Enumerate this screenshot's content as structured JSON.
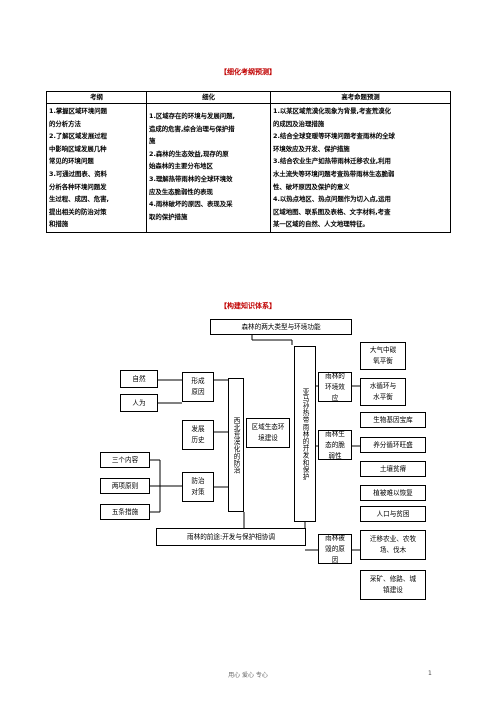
{
  "section1_title": "【细化考纲预测】",
  "table": {
    "headers": [
      "考纲",
      "细化",
      "高考命题预测"
    ],
    "col1": [
      "1.掌握区域环境问题",
      "的分析方法",
      "2.了解区域发展过程",
      "中影响区域发展几种",
      "常见的环境问题",
      "3.可通过图表、资料",
      "分析各种环境问题发",
      "生过程、成因、危害,",
      "提出相关的防治对策",
      "和措施"
    ],
    "col2": [
      "1.区域存在的环境与发展问题,",
      "造成的危害,综合治理与保护措",
      "施",
      "2.森林的生态效益,现存的原",
      "始森林的主要分布地区",
      "3.理解热带雨林的全球环境效",
      "应及生态脆弱性的表现",
      "4.雨林破坏的原因、表现及采",
      "取的保护措施"
    ],
    "col3": [
      "1.以某区域荒漠化现象为背景,考查荒漠化",
      "的成因及治理措施",
      "2.结合全球变暖等环境问题考查雨林的全球",
      "环境效应及开发、保护措施",
      "3.结合农业生产如热带雨林迁移农业,利用",
      "水土流失等环境问题考查热带雨林生态脆弱",
      "性、破坏原因及保护的意义",
      "4.以热点地区、热点问题作为切入点,运用",
      "区域地图、联系图及表格、文字材料,考查",
      "某一区域的自然、人文地理特征。"
    ]
  },
  "section2_title": "【构建知识体系】",
  "diagram": {
    "top": "森林的两大类型与环境功能",
    "natural": "自然",
    "human": "人为",
    "formation": "形成原因",
    "development": "发展历史",
    "prevention": "防治对策",
    "three": "三个内容",
    "two": "两项原则",
    "five": "五条措施",
    "nw": "西北荒漠化的防治",
    "regional": "区域生态环境建设",
    "amazon": "亚马孙热带雨林的开发和保护",
    "env_effect": "雨林的环境效应",
    "carbon": "大气中碳氧平衡",
    "water": "水循环与水平衡",
    "gene": "生物基因宝库",
    "fragile": "雨林生态的脆弱性",
    "nutrient": "养分循环旺盛",
    "soil": "土壤贫瘠",
    "recover": "植被难以恢复",
    "future": "雨林的前途:开发与保护相协调",
    "destroy": "雨林被毁的原因",
    "population": "人口与贫困",
    "migration": "迁移农业、农牧场、伐木",
    "mining": "采矿、修路、城镇建设"
  },
  "footer": "用心 爱心 专心",
  "page_number": "1"
}
